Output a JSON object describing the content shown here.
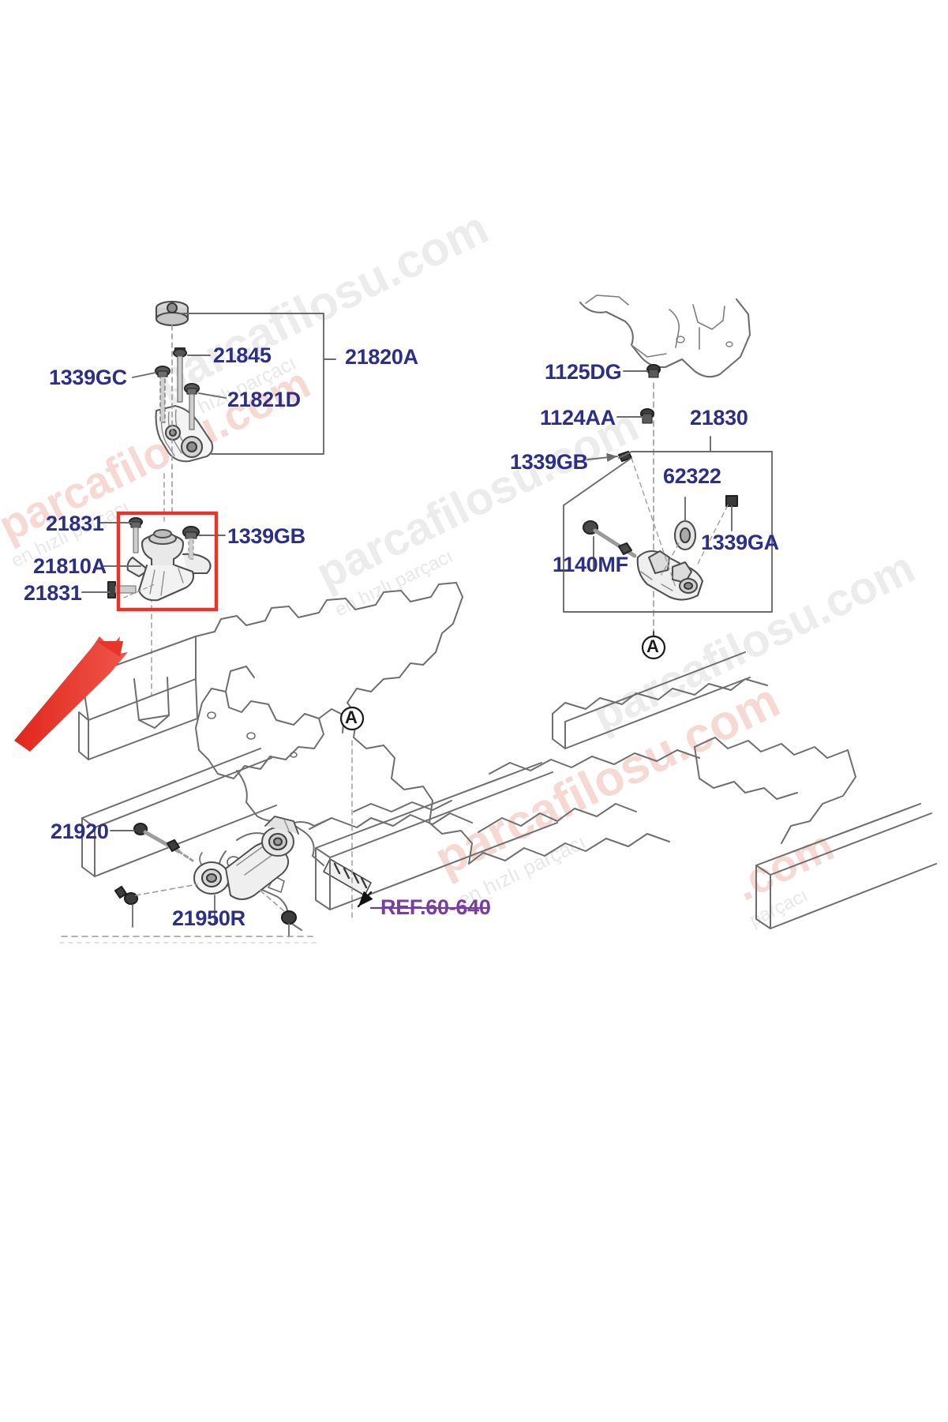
{
  "diagram": {
    "title": "Engine Mounting Parts Diagram",
    "accent_blue": "#2b2f86",
    "accent_purple": "#7a3ea0",
    "highlight_red": "#e8352b",
    "background": "#ffffff"
  },
  "watermarks": [
    {
      "text": "parcafilosu.com",
      "sub": "en hızlı parçacı"
    },
    {
      "text": "parcafilosu.com",
      "sub": "en hızlı parçacı"
    },
    {
      "text": "parcafilosu.com",
      "sub": "en hızlı parçacı"
    },
    {
      "text": ".com",
      "sub": "parçacı"
    }
  ],
  "labels": {
    "left_group": [
      {
        "id": "l-1339gc",
        "text": "1339GC"
      },
      {
        "id": "l-21845",
        "text": "21845"
      },
      {
        "id": "l-21821d",
        "text": "21821D"
      },
      {
        "id": "l-21820a",
        "text": "21820A"
      },
      {
        "id": "l-21831-a",
        "text": "21831"
      },
      {
        "id": "l-1339gb-l",
        "text": "1339GB"
      },
      {
        "id": "l-21810a",
        "text": "21810A"
      },
      {
        "id": "l-21831-b",
        "text": "21831"
      }
    ],
    "right_group": [
      {
        "id": "l-1125dg",
        "text": "1125DG"
      },
      {
        "id": "l-1124aa",
        "text": "1124AA"
      },
      {
        "id": "l-21830",
        "text": "21830"
      },
      {
        "id": "l-1339gb-r",
        "text": "1339GB"
      },
      {
        "id": "l-62322",
        "text": "62322"
      },
      {
        "id": "l-1339ga",
        "text": "1339GA"
      },
      {
        "id": "l-1140mf",
        "text": "1140MF"
      }
    ],
    "bottom_group": [
      {
        "id": "l-21920",
        "text": "21920"
      },
      {
        "id": "l-21950r",
        "text": "21950R"
      }
    ],
    "reference": {
      "id": "l-ref",
      "text": "REF.60-640"
    },
    "callouts": [
      {
        "id": "callout-a-right",
        "text": "A"
      },
      {
        "id": "callout-a-center",
        "text": "A"
      }
    ]
  }
}
